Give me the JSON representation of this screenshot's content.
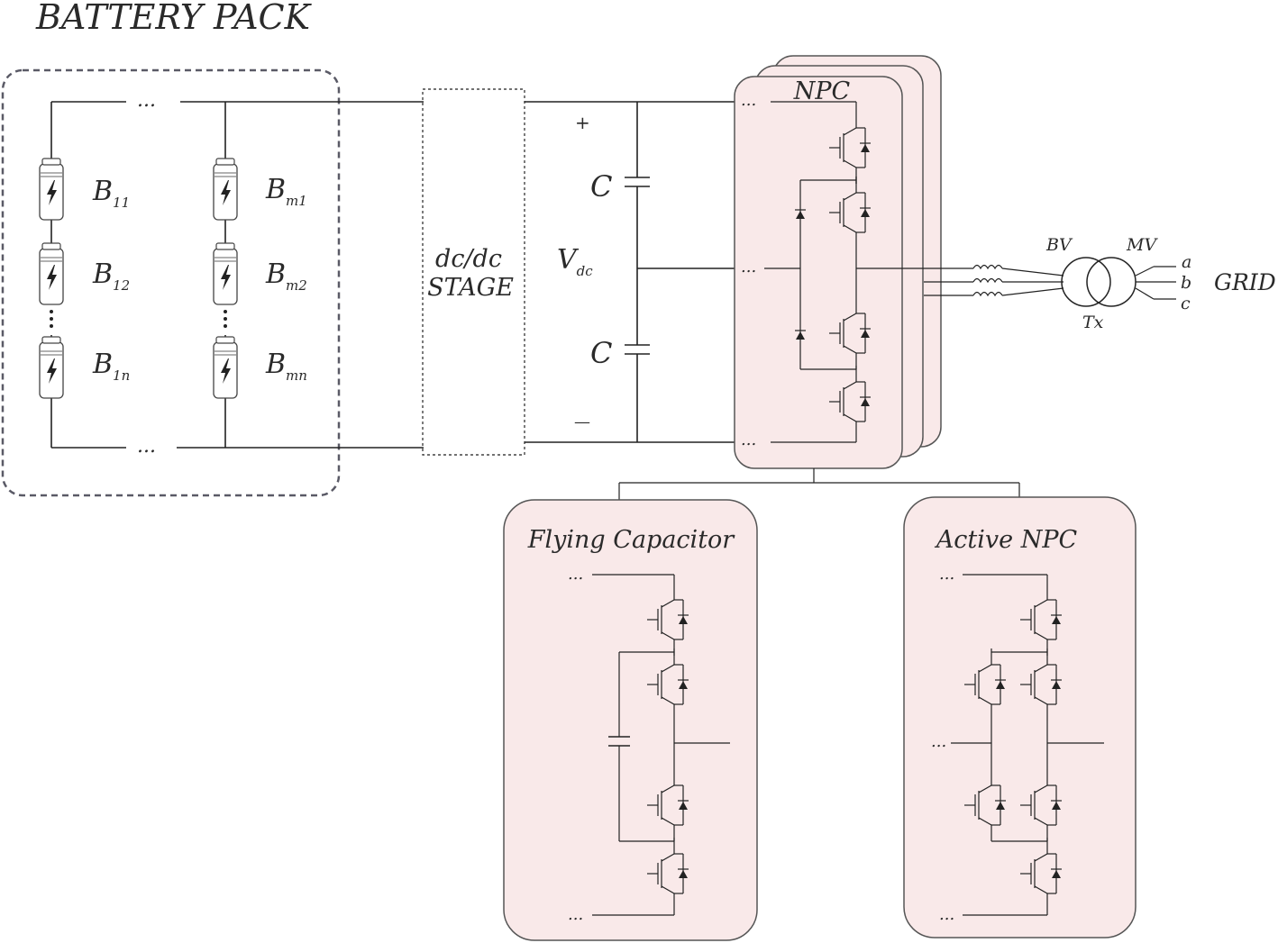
{
  "title": "BATTERY PACK",
  "battery": {
    "cells": [
      {
        "base": "B",
        "sub": "11"
      },
      {
        "base": "B",
        "sub": "12"
      },
      {
        "base": "B",
        "sub": "1n"
      },
      {
        "base": "B",
        "sub": "m1"
      },
      {
        "base": "B",
        "sub": "m2"
      },
      {
        "base": "B",
        "sub": "mn"
      }
    ],
    "ellipsis": "..."
  },
  "dcdc": {
    "line1": "dc/dc",
    "line2": "STAGE"
  },
  "dclink": {
    "cap_label": "C",
    "plus": "+",
    "minus": "—",
    "vdc_base": "V",
    "vdc_sub": "dc"
  },
  "npc": {
    "title": "NPC",
    "ellipsis": "..."
  },
  "transformer": {
    "bv": "BV",
    "mv": "MV",
    "tx": "Tx",
    "phases": [
      "a",
      "b",
      "c"
    ],
    "grid": "GRID"
  },
  "flying": {
    "title": "Flying Capacitor",
    "ellipsis": "..."
  },
  "anpc": {
    "title": "Active NPC",
    "ellipsis": "..."
  },
  "colors": {
    "panel_fill": "#f9e9e9",
    "panel_stroke": "#555555",
    "line": "#222222",
    "pack_border": "#5a5a66"
  }
}
